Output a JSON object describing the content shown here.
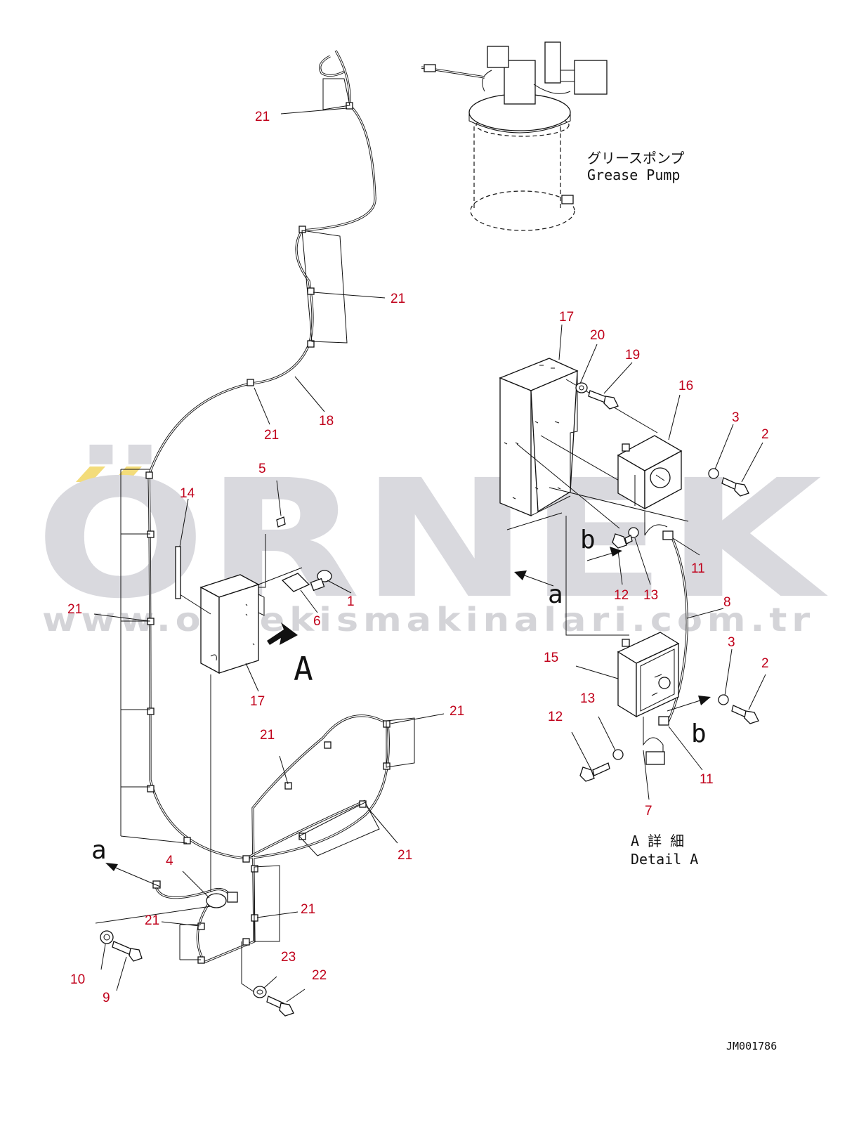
{
  "diagram": {
    "pump_label_ja": "グリースポンプ",
    "pump_label_en": "Grease Pump",
    "detail_label_ja": "A 詳 細",
    "detail_label_en": "Detail A",
    "drawing_id": "JM001786",
    "view_letter_A": "A",
    "ref_letter_a": "a",
    "ref_letter_b": "b",
    "callout_color": "#c0001a",
    "line_color": "#111111"
  },
  "watermark": {
    "brand": "ÖRNEK",
    "url": "www.ornekismakinalari.com.tr",
    "color": "#d9d9de",
    "accent_color": "#f3dc7a"
  },
  "callouts": {
    "c21a": "21",
    "c21b": "21",
    "c17a": "17",
    "c20": "20",
    "c19": "19",
    "c16": "16",
    "c3a": "3",
    "c2a": "2",
    "c18": "18",
    "c21c": "21",
    "c5": "5",
    "c14": "14",
    "c11a": "11",
    "c12a": "12",
    "c13a": "13",
    "c1": "1",
    "c6": "6",
    "c8": "8",
    "c21d": "21",
    "c17b": "17",
    "c3b": "3",
    "c15": "15",
    "c2b": "2",
    "c13b": "13",
    "c21e": "21",
    "c21f": "21",
    "c12b": "12",
    "c11b": "11",
    "c7": "7",
    "c21g": "21",
    "c4": "4",
    "c21h": "21",
    "c21i": "21",
    "c10": "10",
    "c9": "9",
    "c23": "23",
    "c22": "22"
  }
}
